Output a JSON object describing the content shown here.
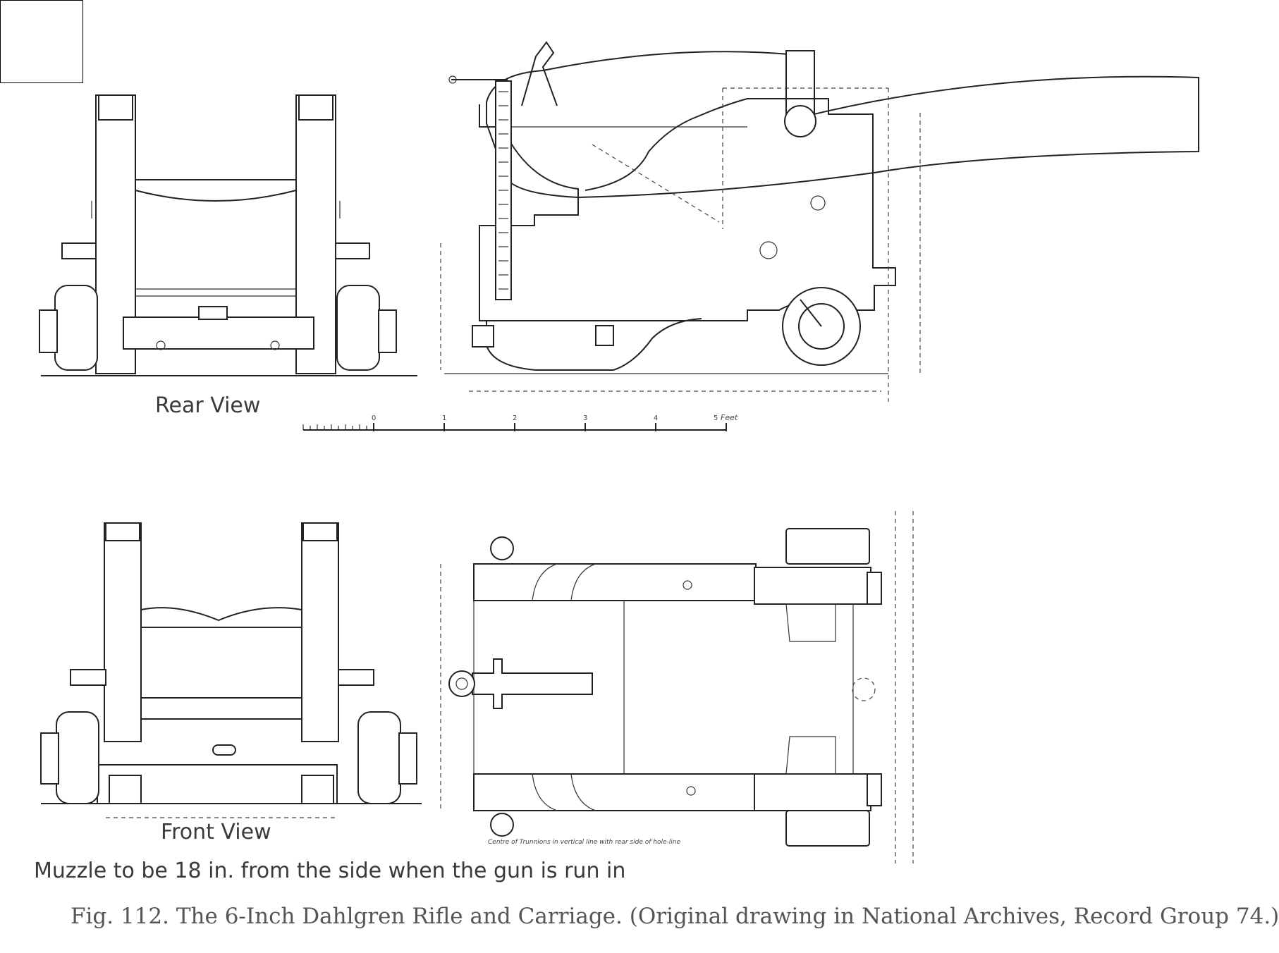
{
  "views": {
    "rear_label": "Rear View",
    "front_label": "Front View"
  },
  "notes": {
    "muzzle": "Muzzle to be 18 in. from the side when the gun is run in",
    "plan": "Centre of Trunnions in vertical line with rear side of hole-line"
  },
  "scale": {
    "ticks": [
      "0",
      "1",
      "2",
      "3",
      "4",
      "5"
    ],
    "unit": "Feet"
  },
  "caption": "Fig. 112. The 6-Inch Dahlgren Rifle and Carriage. (Original drawing in National Archives, Record Group 74.)"
}
